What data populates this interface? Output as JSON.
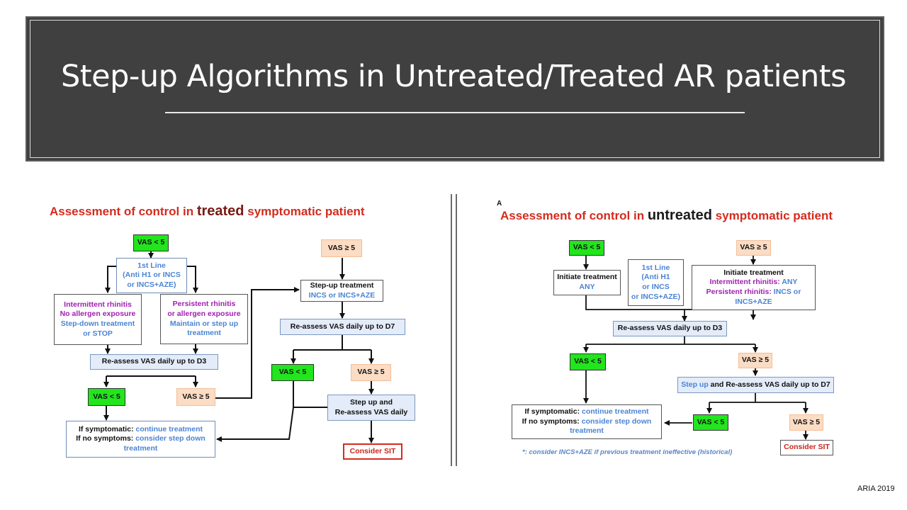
{
  "slide": {
    "title": "Step-up Algorithms in Untreated/Treated AR patients",
    "footer": "ARIA 2019"
  },
  "left": {
    "heading_pre": "Assessment of control in ",
    "heading_em": "treated",
    "heading_post": " symptomatic patient",
    "vas_lt5_top": "VAS < 5",
    "first_line": [
      "1st Line",
      "(Anti H1 or INCS",
      "or INCS+AZE)"
    ],
    "intermittent": [
      "Intermittent rhinitis",
      "No allergen exposure",
      "Step-down treatment",
      "or STOP"
    ],
    "persistent": [
      "Persistent rhinitis",
      "or allergen exposure",
      "Maintain or step up",
      "treatment"
    ],
    "reassess_d3": "Re-assess VAS daily up to D3",
    "vas_lt5_mid": "VAS < 5",
    "vas_ge5_mid": "VAS ≥ 5",
    "outcome_label1": "If symptomatic:",
    "outcome_value1": "continue treatment",
    "outcome_label2": "If no symptoms:",
    "outcome_value2": "consider step down",
    "outcome_value3": "treatment",
    "vas_ge5_top": "VAS ≥ 5",
    "stepup_label": "Step-up treatment",
    "stepup_value": "INCS or INCS+AZE",
    "reassess_d7": "Re-assess VAS daily up to D7",
    "vas_lt5_right": "VAS < 5",
    "vas_ge5_right": "VAS ≥ 5",
    "stepup_reassess": [
      "Step up and",
      "Re-assess VAS daily"
    ],
    "consider_sit": "Consider SIT"
  },
  "right": {
    "panel_mark": "A",
    "heading_pre": "Assessment of control in ",
    "heading_em": "untreated",
    "heading_post": " symptomatic patient",
    "vas_lt5_top": "VAS < 5",
    "vas_ge5_top": "VAS ≥ 5",
    "initiate_any": [
      "Initiate treatment",
      "ANY"
    ],
    "first_line": [
      "1st Line",
      "(Anti H1",
      "or INCS",
      "or INCS+AZE)"
    ],
    "initiate_title": "Initiate treatment",
    "intermittent_label": "Intermittent rhinitis:",
    "intermittent_value": "ANY",
    "persistent_label": "Persistent rhinitis:",
    "persistent_value": "INCS or",
    "persistent_value2": "INCS+AZE",
    "reassess_d3": "Re-assess VAS daily  up to D3",
    "vas_lt5_mid": "VAS < 5",
    "vas_ge5_mid": "VAS ≥ 5",
    "stepup_blue": "Step up",
    "stepup_rest": " and Re-assess VAS daily up to D7",
    "outcome_label1": "If symptomatic:",
    "outcome_value1": "continue treatment",
    "outcome_label2": "If no symptoms:",
    "outcome_value2": "consider step down",
    "outcome_value3": "treatment",
    "vas_lt5_low": "VAS < 5",
    "vas_ge5_low": "VAS ≥ 5",
    "consider_sit": "Consider SIT",
    "note": "*: consider INCS+AZE if previous treatment ineffective (historical)"
  },
  "colors": {
    "banner": "#404040",
    "heading_red": "#d42b1e",
    "vas_green": "#22e51d",
    "vas_peach": "#fbdcc4",
    "blue_text": "#4a84d4",
    "purple_text": "#a020b0"
  }
}
